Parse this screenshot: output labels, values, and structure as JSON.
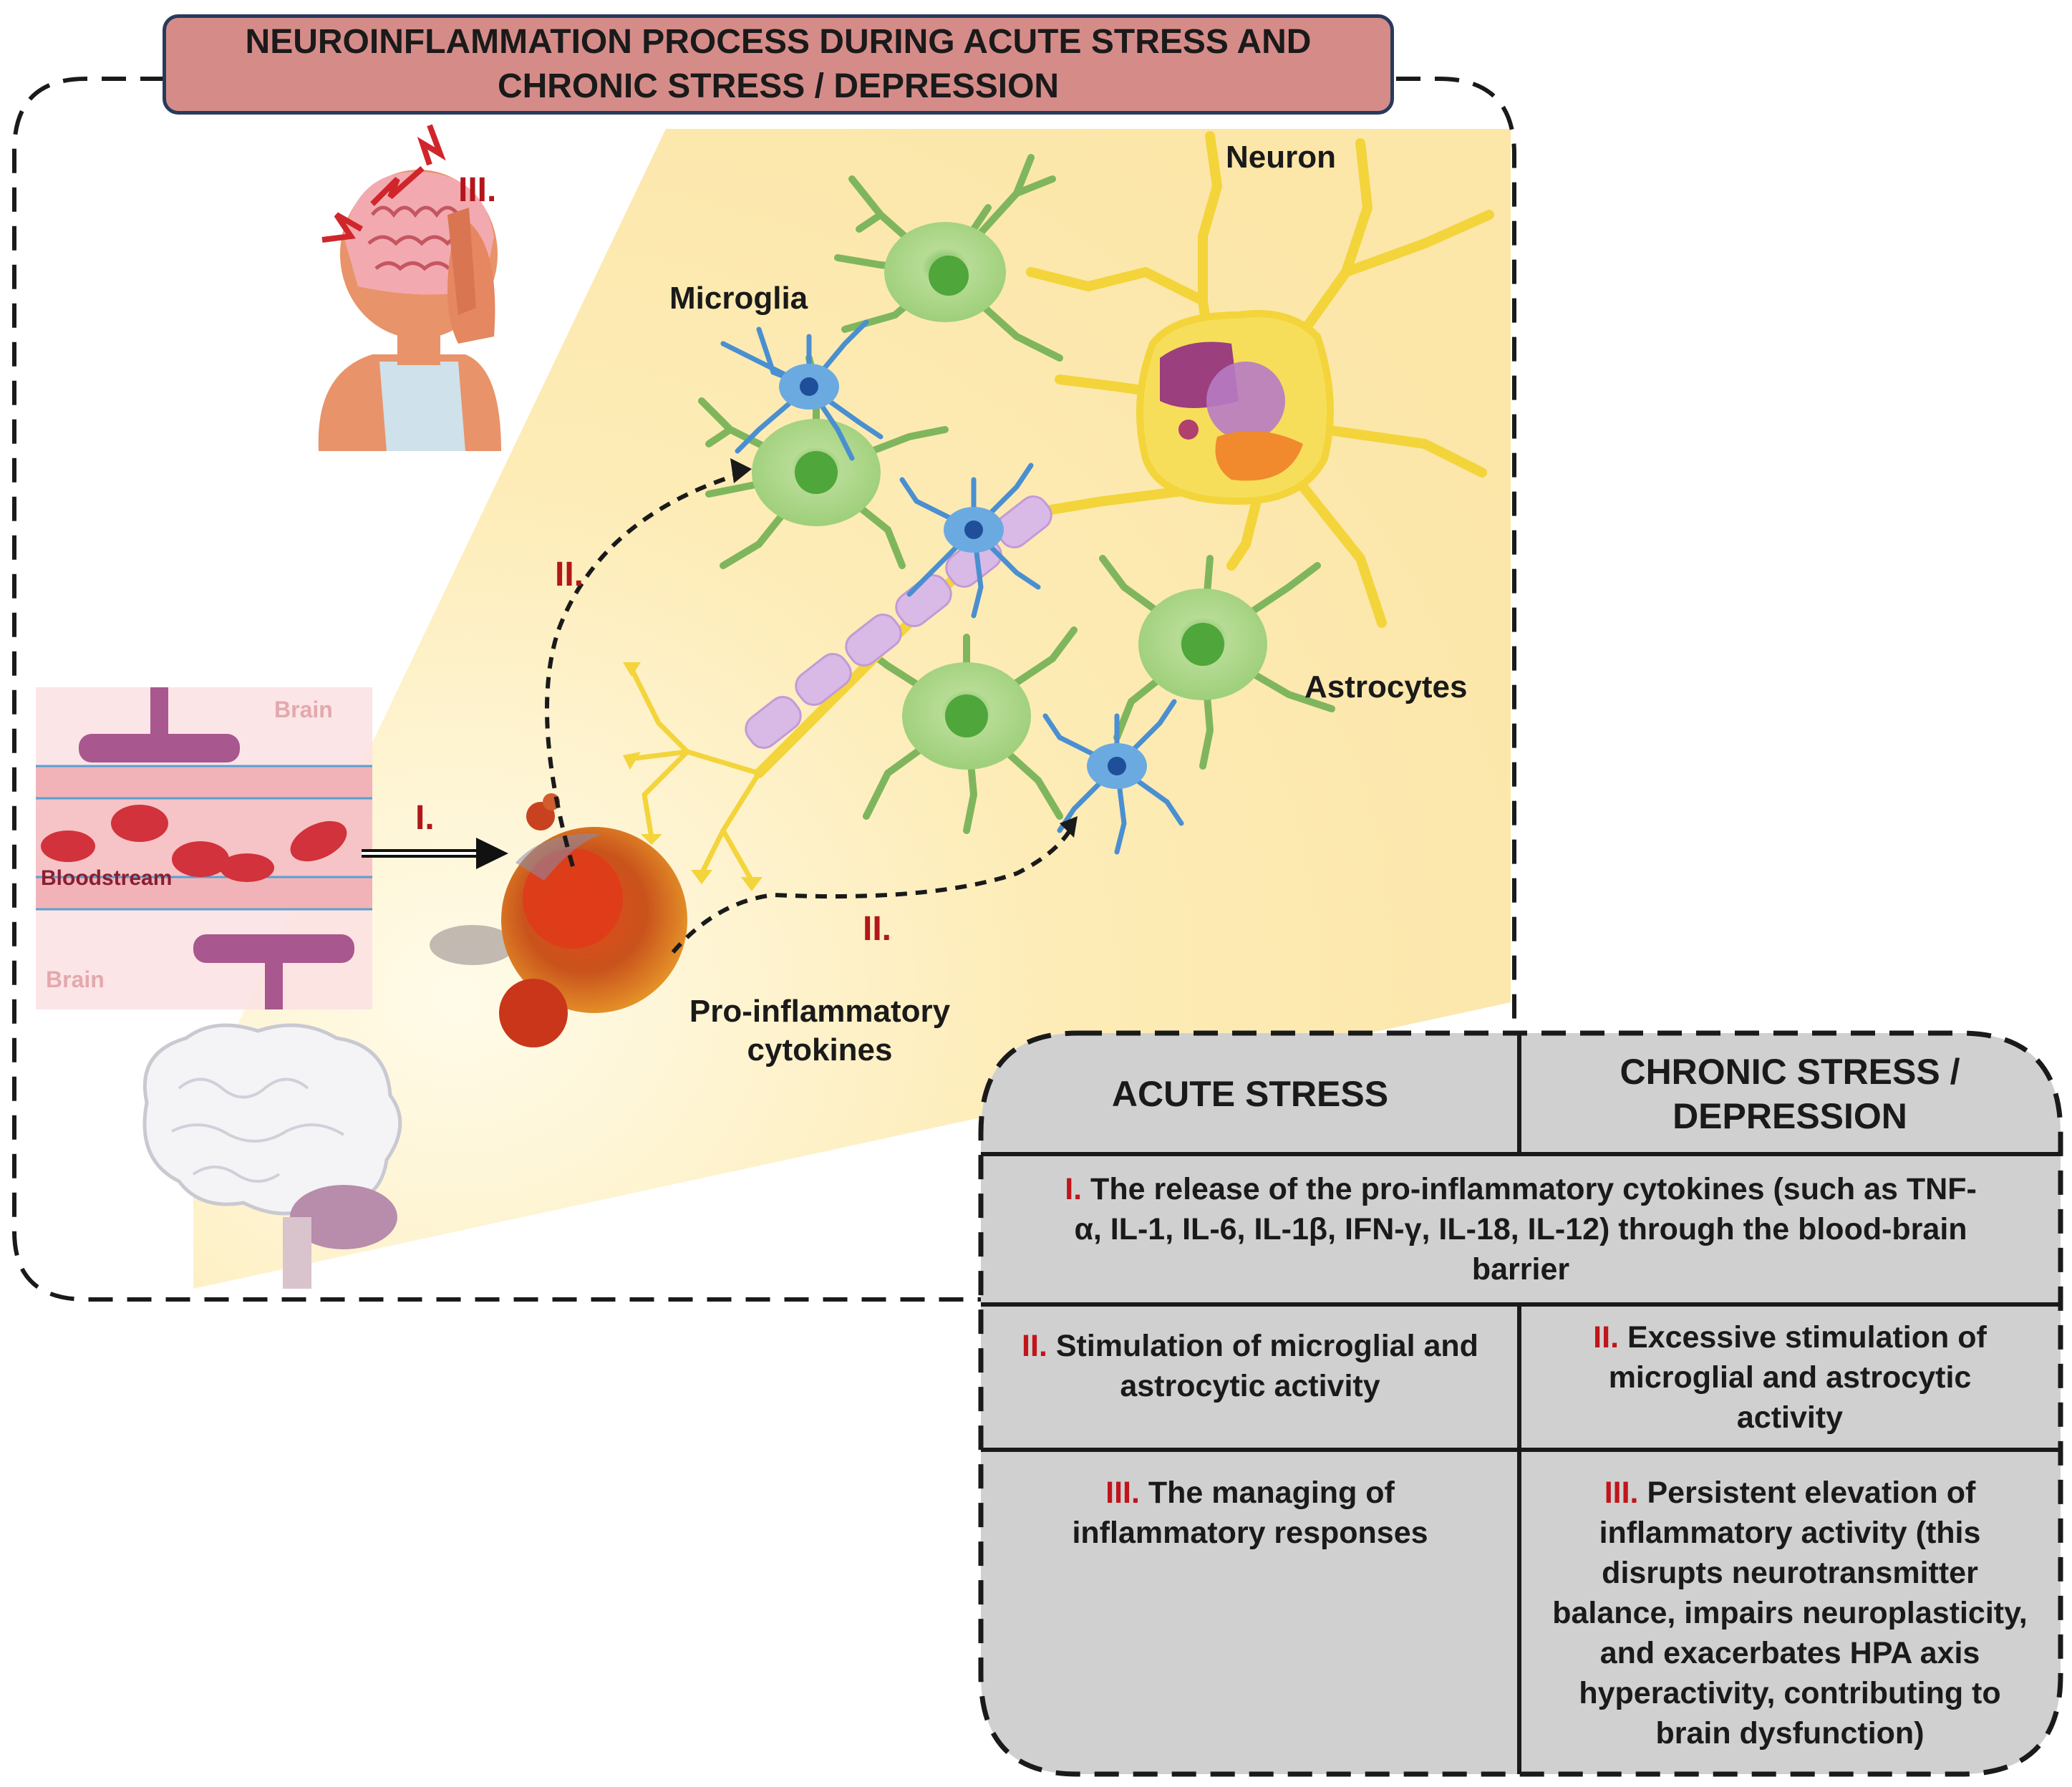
{
  "title": "NEUROINFLAMMATION PROCESS DURING ACUTE STRESS AND CHRONIC STRESS / DEPRESSION",
  "labels": {
    "neuron": "Neuron",
    "microglia": "Microglia",
    "astrocytes": "Astrocytes",
    "brain_top": "Brain",
    "bloodstream": "Bloodstream",
    "brain_bottom": "Brain",
    "cytokines_line1": "Pro-inflammatory",
    "cytokines_line2": "cytokines"
  },
  "step_markers": {
    "head": "III.",
    "arrow_up": "II.",
    "arrow_right": "II.",
    "bbb": "I."
  },
  "table": {
    "headers": {
      "acute": "ACUTE STRESS",
      "chronic_line1": "CHRONIC STRESS /",
      "chronic_line2": "DEPRESSION"
    },
    "row1": {
      "num": "I.",
      "line1": "The release of the pro-inflammatory cytokines (such as TNF-",
      "line2": "α, IL-1, IL-6, IL-1β, IFN-γ, IL-18, IL-12) through the blood-brain",
      "line3": "barrier"
    },
    "row2": {
      "acute_num": "II.",
      "acute_line1": "Stimulation of microglial and",
      "acute_line2": "astrocytic activity",
      "chronic_num": "II.",
      "chronic_line1": "Excessive stimulation of",
      "chronic_line2": "microglial and astrocytic",
      "chronic_line3": "activity"
    },
    "row3": {
      "acute_num": "III.",
      "acute_line1": "The managing of",
      "acute_line2": "inflammatory responses",
      "chronic_num": "III.",
      "chronic_line1": "Persistent elevation of",
      "chronic_line2": "inflammatory activity (this",
      "chronic_line3": "disrupts neurotransmitter",
      "chronic_line4": "balance, impairs neuroplasticity,",
      "chronic_line5": "and exacerbates HPA axis",
      "chronic_line6": "hyperactivity, contributing to",
      "chronic_line7": "brain dysfunction)"
    }
  },
  "colors": {
    "title_fill": "#d58c89",
    "title_border": "#283a5c",
    "glow": "#fdeaaf",
    "microglia": "#4a8fd0",
    "astrocyte": "#9ecf7a",
    "neuron": "#f3d43b",
    "myelin": "#d9b9e6",
    "rbc": "#d2323b",
    "vessel": "#f6cfd2",
    "table_fill": "#d0d0d0",
    "roman": "#b3161b"
  }
}
